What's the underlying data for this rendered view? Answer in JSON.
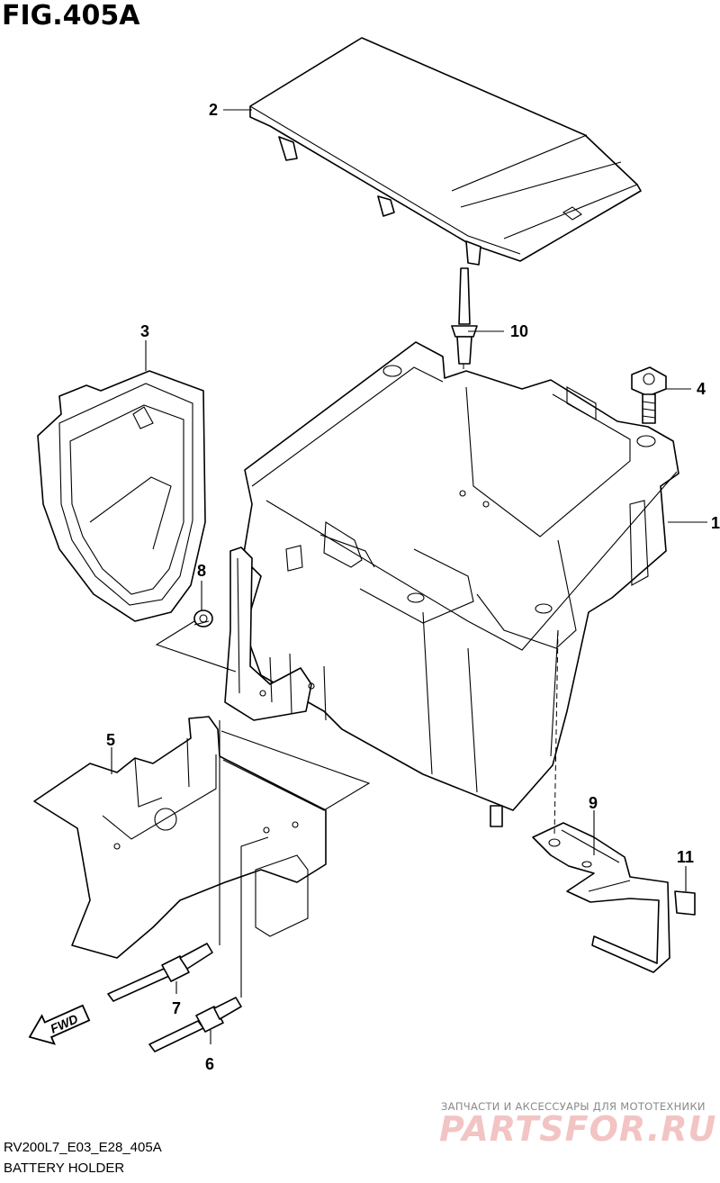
{
  "figure": {
    "title": "FIG.405A",
    "reference_code": "RV200L7_E03_E28_405A",
    "caption": "BATTERY HOLDER"
  },
  "callouts": [
    "1",
    "2",
    "3",
    "4",
    "5",
    "6",
    "7",
    "8",
    "9",
    "10",
    "11"
  ],
  "direction_label": "FWD",
  "watermark": {
    "tagline": "ЗАПЧАСТИ И АКСЕССУАРЫ ДЛЯ МОТОТЕХНИКИ",
    "logo": "PARTSFOR.RU"
  }
}
